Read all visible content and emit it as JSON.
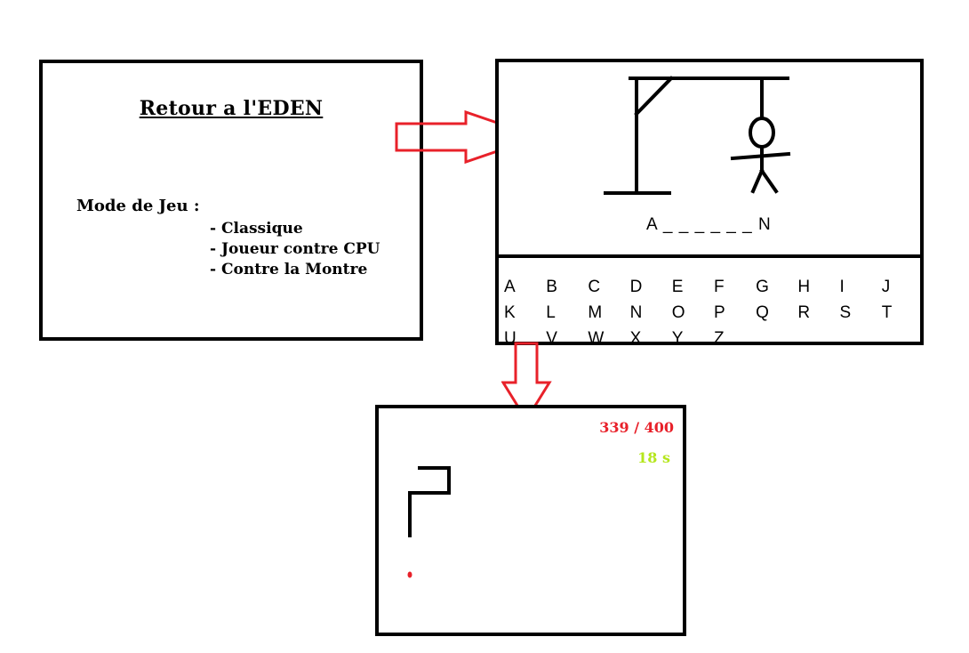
{
  "menu": {
    "title": "Retour a l'EDEN",
    "mode_label": "Mode de Jeu :",
    "modes": [
      "- Classique",
      "- Joueur contre CPU",
      "- Contre la Montre"
    ]
  },
  "hangman": {
    "word": "A _ _ _ _ _ _ N",
    "alphabet": [
      "A",
      "B",
      "C",
      "D",
      "E",
      "F",
      "G",
      "H",
      "I",
      "J",
      "K",
      "L",
      "M",
      "N",
      "O",
      "P",
      "Q",
      "R",
      "S",
      "T",
      "U",
      "V",
      "W",
      "X",
      "Y",
      "Z"
    ]
  },
  "snake": {
    "score": "339 / 400",
    "timer": "18 s",
    "score_color": "#e8212a",
    "timer_color": "#b5e61d",
    "food_color": "#e8212a"
  },
  "arrow_color": "#e8212a"
}
